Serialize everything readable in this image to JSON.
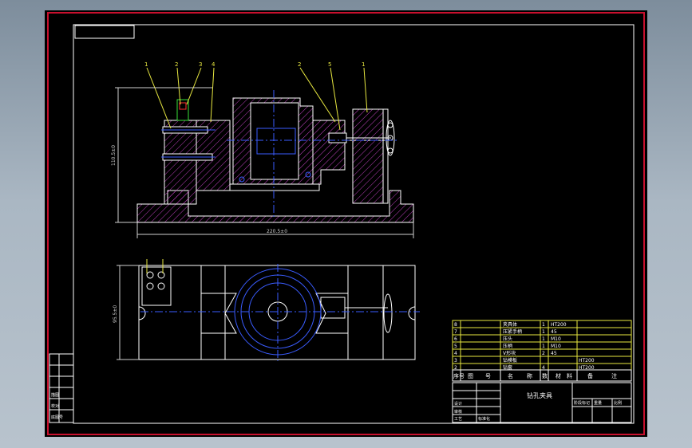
{
  "colors": {
    "background": "#aab7c3",
    "sheet": "#000000",
    "frame_red": "#c8102e",
    "frame_white": "#ffffff",
    "part_outline": "#ffffff",
    "hatch": "#c040c0",
    "centerline": "#3a5cff",
    "dimension": "#d0d0d0",
    "leader": "#e8e840",
    "table_yellow": "#e8e840",
    "detail_green": "#38e038",
    "detail_red": "#ff3030"
  },
  "front_view": {
    "leader_numbers": [
      "1",
      "2",
      "3",
      "4",
      "2",
      "5",
      "1"
    ],
    "dim_width": "220.5±0",
    "dim_height": "110.5±0"
  },
  "plan_view": {
    "dim_height": "95.5±0"
  },
  "parts_list": {
    "rows": [
      {
        "no": "8",
        "name": "夹具体",
        "qty": "1",
        "material": "HT200"
      },
      {
        "no": "7",
        "name": "压紧手柄",
        "qty": "1",
        "material": "45"
      },
      {
        "no": "6",
        "name": "压头",
        "qty": "1",
        "material": "M10"
      },
      {
        "no": "5",
        "name": "压柄",
        "qty": "1",
        "material": "M10"
      },
      {
        "no": "4",
        "name": "V形块",
        "qty": "2",
        "material": "45"
      },
      {
        "no": "3",
        "name": "钻模板",
        "qty": "",
        "material": "HT200"
      },
      {
        "no": "2",
        "name": "钻套",
        "qty": "4",
        "material": "HT200"
      }
    ],
    "header": [
      "序号",
      "图",
      "号",
      "名",
      "称",
      "数",
      "材",
      "料",
      "备",
      "注"
    ]
  },
  "title_block": {
    "title": "钻孔夹具",
    "labels": [
      "设计",
      "审核",
      "工艺",
      "标准化"
    ],
    "right_labels": [
      "阶段标记",
      "重量",
      "比例"
    ]
  },
  "left_stamp": {
    "rows": [
      "",
      "",
      "",
      "描图",
      "校对",
      "底图号"
    ]
  }
}
